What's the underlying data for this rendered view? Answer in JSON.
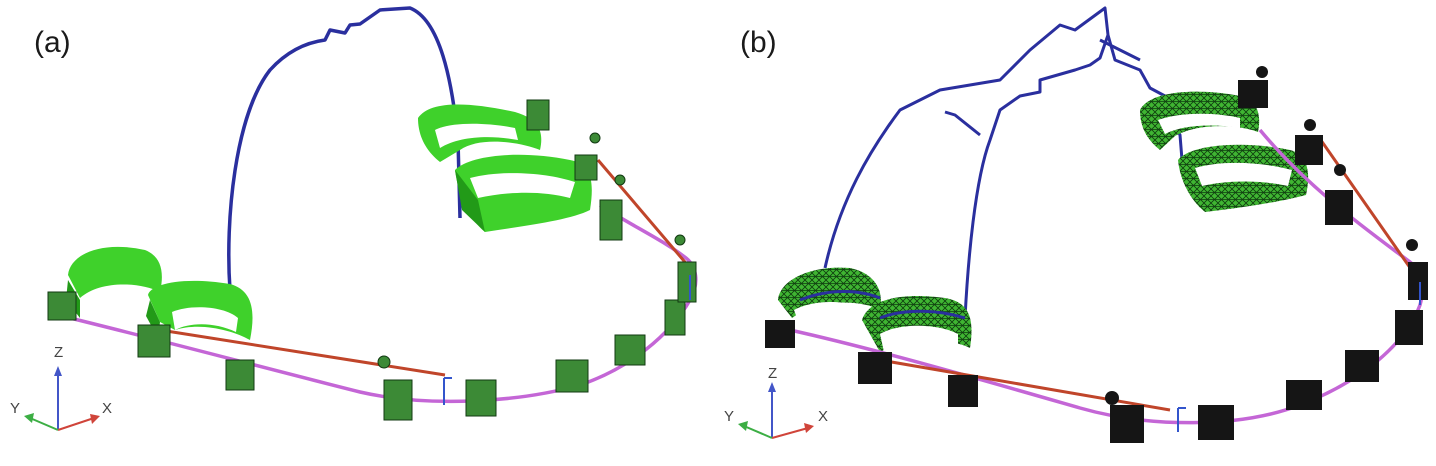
{
  "panels": [
    {
      "label": "(a)",
      "axes": {
        "x": "X",
        "y": "Y",
        "z": "Z"
      }
    },
    {
      "label": "(b)",
      "axes": {
        "x": "X",
        "y": "Y",
        "z": "Z"
      }
    }
  ],
  "colors": {
    "inner_bow": "#2a2f9e",
    "archwire": "#c466d6",
    "elastic": "#c0452a",
    "band_a": "#3fd12b",
    "band_a_dark": "#229a18",
    "band_b_mesh": "#2f9c2a",
    "bracket_a": "#3c8a36",
    "bracket_b": "#151515",
    "axis_x": "#d0443a",
    "axis_y": "#3cae44",
    "axis_z": "#4356c8"
  }
}
